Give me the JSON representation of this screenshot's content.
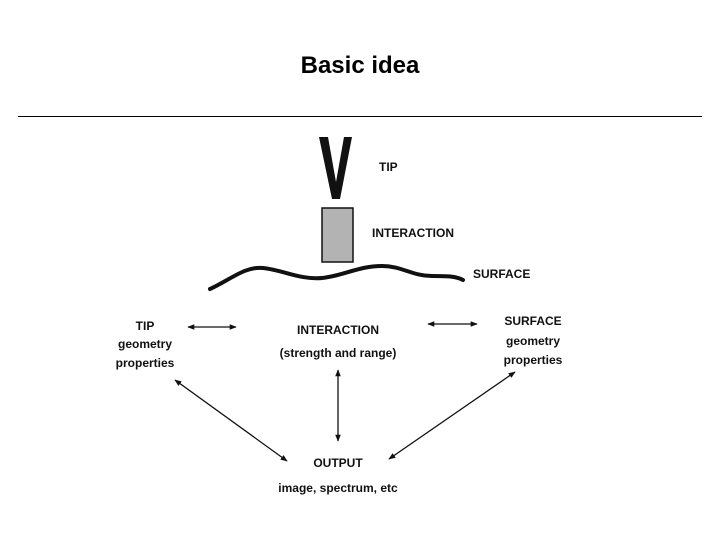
{
  "title": "Basic idea",
  "labels": {
    "tip_top": "TIP",
    "interaction_top": "INTERACTION",
    "surface_top": "SURFACE",
    "tip_left": "TIP",
    "tip_geometry": "geometry",
    "tip_properties": "properties",
    "interaction_mid": "INTERACTION",
    "interaction_sub": "(strength and range)",
    "surface_right": "SURFACE",
    "surface_geometry": "geometry",
    "surface_properties": "properties",
    "output": "OUTPUT",
    "output_sub": "image, spectrum, etc"
  },
  "colors": {
    "ink": "#111111",
    "interaction_fill": "#b3b3b3"
  }
}
